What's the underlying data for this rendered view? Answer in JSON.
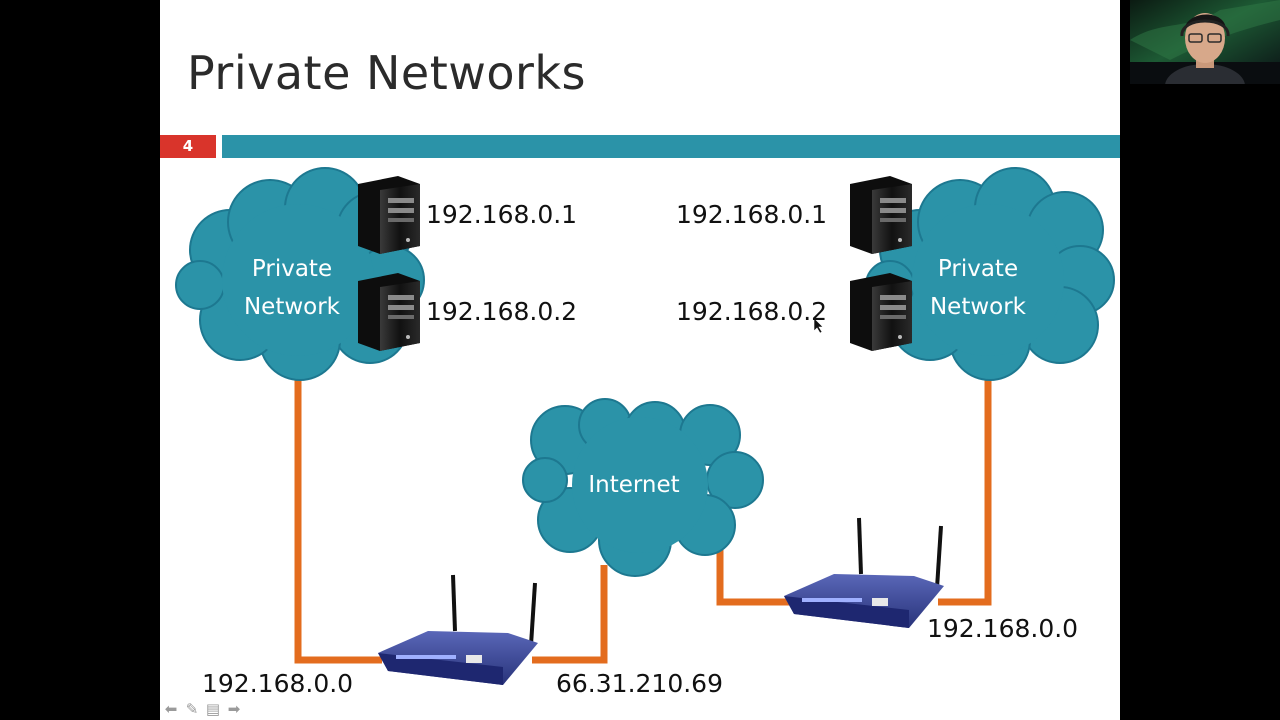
{
  "slide": {
    "title": "Private Networks",
    "number": "4"
  },
  "diagram": {
    "left_cloud": {
      "line1": "Private",
      "line2": "Network"
    },
    "right_cloud": {
      "line1": "Private",
      "line2": "Network"
    },
    "internet_cloud": {
      "label": "Internet"
    },
    "left_hosts": [
      "192.168.0.1",
      "192.168.0.2"
    ],
    "right_hosts": [
      "192.168.0.1",
      "192.168.0.2"
    ],
    "left_router_lan_ip": "192.168.0.0",
    "left_router_wan_ip": "66.31.210.69",
    "right_router_lan_ip": "192.168.0.0"
  },
  "colors": {
    "cloud_fill": "#2b93a8",
    "cloud_stroke": "#1d7890",
    "link": "#e36c1e",
    "slide_number_bg": "#d9342b",
    "title_rule": "#2b93a8"
  },
  "nav": {
    "icons": [
      "arrow-left-icon",
      "pen-icon",
      "menu-icon",
      "arrow-right-icon"
    ]
  }
}
